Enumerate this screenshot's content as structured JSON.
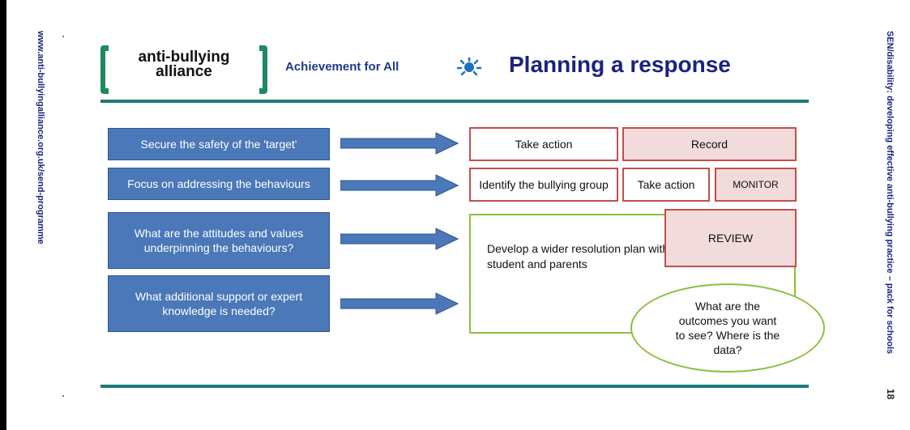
{
  "side": {
    "left_url": "www.anti-bullyingalliance.org.uk/send-programme",
    "right_text": "SEN/disability: developing effective anti-bullying practice – pack for schools",
    "page_number": "18"
  },
  "header": {
    "logo_text": "anti-bullying alliance",
    "afa_text": "Achievement for All",
    "title": "Planning a response"
  },
  "questions": [
    "Secure the safety of the 'target'",
    "Focus on addressing the behaviours",
    "What are the attitudes and values underpinning the behaviours?",
    "What  additional support or expert knowledge is needed?"
  ],
  "row1": {
    "take_action": "Take action",
    "record": "Record"
  },
  "row2": {
    "identify": "Identify the bullying group",
    "take_action": "Take action",
    "monitor": "MONITOR"
  },
  "plan": {
    "text": "Develop a wider resolution plan with the student and parents",
    "review": "REVIEW",
    "outcomes": "What are the outcomes you want to see? Where is the data?"
  },
  "colors": {
    "question_fill": "#4a78b8",
    "red_border": "#c0504d",
    "pink_fill": "#f2dcdb",
    "green_border": "#8cbf3f",
    "rule": "#1e7a78",
    "title": "#1a237e"
  }
}
